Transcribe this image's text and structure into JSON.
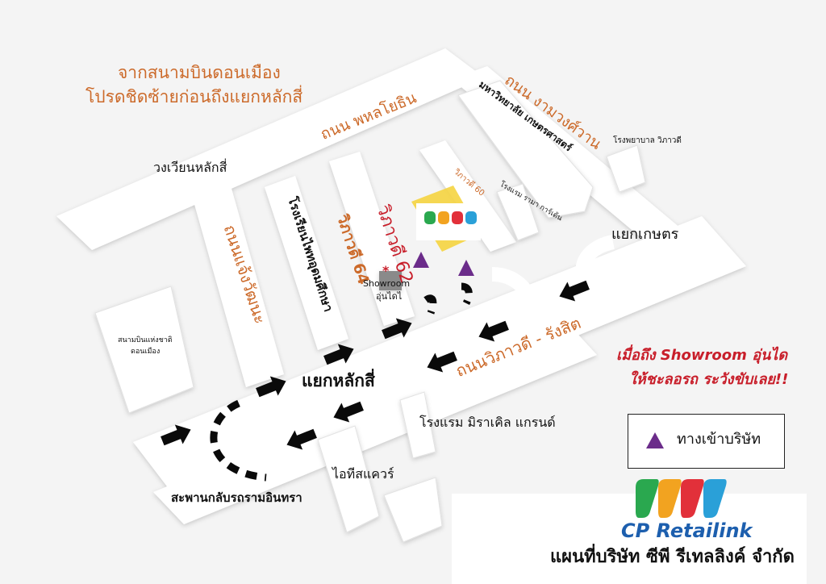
{
  "colors": {
    "background": "#f4f4f4",
    "road": "#ffffff",
    "road_text": "#cc6a2a",
    "warning": "#c81e2a",
    "entrance": "#6b2c8a",
    "brand_blue": "#1d5fae"
  },
  "directions": {
    "line1": "จากสนามบินดอนเมือง",
    "line2": "โปรดชิดซ้ายก่อนถึงแยกหลักสี่"
  },
  "roads": {
    "phahonyothin": "ถนน พหลโยธิน",
    "ngamwongwan": "ถนน งามวงศ์วาน",
    "chaengwattana": "ถนนแจ้งวัฒนะ",
    "vibhavadi_rangsit": "ถนนวิภาวดี - รังสิต",
    "vibhavadi_64": "วิภาวดี 64",
    "vibhavadi_62": "วิภาวดี 62",
    "vibhavadi_60": "วิภาวดี 60"
  },
  "places": {
    "laksi_circle": "วงเวียนหลักสี่",
    "kasetsart_university": "มหาวิทยาลัย เกษตรศาสตร์",
    "vibhavadi_hospital": "โรงพยาบาล วิภาวดี",
    "rama_gardens_hotel": "โรงแรม รามา การ์เด้น",
    "kaset_intersection": "แยกเกษตร",
    "school": "โรงเรียนไพทอุดมศึกษา",
    "showroom_en": "Showroom",
    "showroom_th": "อุ่นไดไ",
    "laksi_intersection": "แยกหลักสี่",
    "don_mueang_airport_line1": "สนามบินแห่งชาติ",
    "don_mueang_airport_line2": "ดอนเมือง",
    "miracle_grand_hotel": "โรงแรม มิราเคิล แกรนด์",
    "it_square": "ไอทีสแควร์",
    "u_turn_bridge": "สะพานกลับรถรามอินทรา"
  },
  "icons": {
    "asterisk": "*",
    "showroom_marker": "gray-square-icon",
    "entrance_marker": "purple-triangle-icon",
    "direction_arrow": "black-arrow-icon",
    "logo": "cp-retailink-logo"
  },
  "warning": {
    "line1": "เมื่อถึง Showroom อุ่นได",
    "line2": "ให้ชะลอรถ ระวังขับเลย!!"
  },
  "legend": {
    "entrance_label": "ทางเข้าบริษัท"
  },
  "brand": {
    "logo_text": "CP Retailink",
    "map_title": "แผนที่บริษัท ซีพี รีเทลลิงค์ จำกัด"
  }
}
